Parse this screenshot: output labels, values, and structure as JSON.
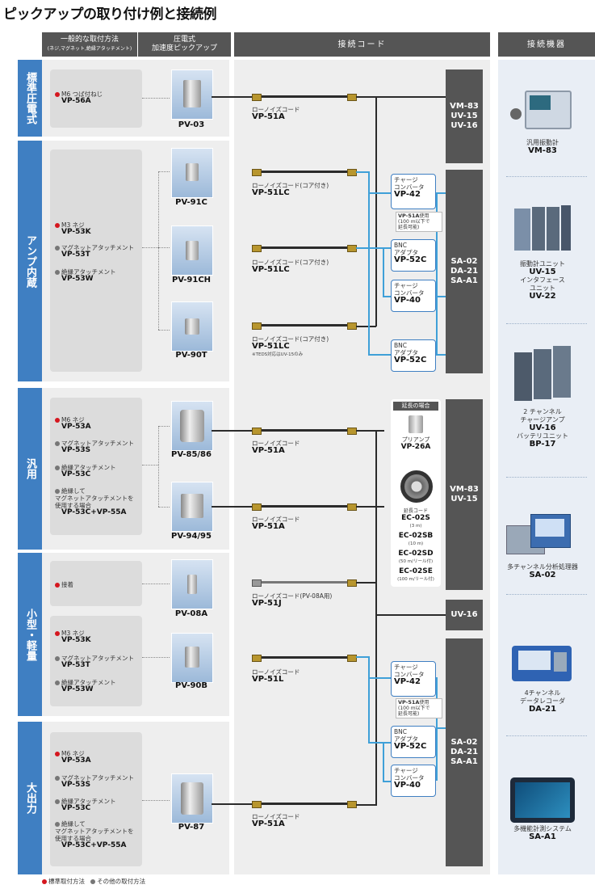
{
  "title": "ピックアップの取り付け例と接続例",
  "headers": {
    "method": "一般的な取付方法",
    "method_sub": "(ネジ,マグネット,絶縁アタッチメント)",
    "pickup": "圧電式\n加速度ピックアップ",
    "cord": "接続コード",
    "device": "接続機器"
  },
  "sections": [
    {
      "label": "標準圧電式"
    },
    {
      "label": "アンプ内蔵"
    },
    {
      "label": "汎用"
    },
    {
      "label": "小型・軽量"
    },
    {
      "label": "大出力"
    }
  ],
  "methods": {
    "s1": [
      {
        "text": "M6 つば付ねじ",
        "code": "VP-56A",
        "dot": "red"
      }
    ],
    "s2": [
      {
        "text": "M3 ネジ",
        "code": "VP-53K",
        "dot": "red"
      },
      {
        "text": "マグネットアタッチメント",
        "code": "VP-53T",
        "dot": "gray"
      },
      {
        "text": "絶縁アタッチメント",
        "code": "VP-53W",
        "dot": "gray"
      }
    ],
    "s3": [
      {
        "text": "M6 ネジ",
        "code": "VP-53A",
        "dot": "red"
      },
      {
        "text": "マグネットアタッチメント",
        "code": "VP-53S",
        "dot": "gray"
      },
      {
        "text": "絶縁アタッチメント",
        "code": "VP-53C",
        "dot": "gray"
      },
      {
        "text": "絶縁して\nマグネットアタッチメントを\n使用する場合",
        "code": "VP-53C+VP-55A",
        "dot": "gray"
      }
    ],
    "s4a": [
      {
        "text": "接着",
        "code": "",
        "dot": "red"
      }
    ],
    "s4b": [
      {
        "text": "M3 ネジ",
        "code": "VP-53K",
        "dot": "red"
      },
      {
        "text": "マグネットアタッチメント",
        "code": "VP-53T",
        "dot": "gray"
      },
      {
        "text": "絶縁アタッチメント",
        "code": "VP-53W",
        "dot": "gray"
      }
    ],
    "s5": [
      {
        "text": "M6 ネジ",
        "code": "VP-53A",
        "dot": "red"
      },
      {
        "text": "マグネットアタッチメント",
        "code": "VP-53S",
        "dot": "gray"
      },
      {
        "text": "絶縁アタッチメント",
        "code": "VP-53C",
        "dot": "gray"
      },
      {
        "text": "絶縁して\nマグネットアタッチメントを\n使用する場合",
        "code": "VP-53C+VP-55A",
        "dot": "gray"
      }
    ]
  },
  "pickups": [
    "PV-03",
    "PV-91C",
    "PV-91CH",
    "PV-90T",
    "PV-85/86",
    "PV-94/95",
    "PV-08A",
    "PV-90B",
    "PV-87"
  ],
  "cords": [
    {
      "name": "ローノイズコード",
      "code": "VP-51A"
    },
    {
      "name": "ローノイズコード(コア付き)",
      "code": "VP-51LC"
    },
    {
      "name": "ローノイズコード(コア付き)",
      "code": "VP-51LC"
    },
    {
      "name": "ローノイズコード(コア付き)",
      "code": "VP-51LC",
      "note": "※TEDS対応はUV-15のみ"
    },
    {
      "name": "ローノイズコード",
      "code": "VP-51A"
    },
    {
      "name": "ローノイズコード",
      "code": "VP-51A"
    },
    {
      "name": "ローノイズコード(PV-08A用)",
      "code": "VP-51J"
    },
    {
      "name": "ローノイズコード",
      "code": "VP-51L"
    },
    {
      "name": "ローノイズコード",
      "code": "VP-51A"
    }
  ],
  "converters": {
    "charge1": {
      "name": "チャージ\nコンバータ",
      "code": "VP-42"
    },
    "bnc1": {
      "name": "BNC\nアダプタ",
      "code": "VP-52C"
    },
    "charge2": {
      "name": "チャージ\nコンバータ",
      "code": "VP-40"
    },
    "bnc2": {
      "name": "BNC\nアダプタ",
      "code": "VP-52C"
    },
    "charge3": {
      "name": "チャージ\nコンバータ",
      "code": "VP-42"
    },
    "bnc3": {
      "name": "BNC\nアダプタ",
      "code": "VP-52C"
    },
    "charge4": {
      "name": "チャージ\nコンバータ",
      "code": "VP-40"
    }
  },
  "notes": {
    "n1": {
      "code": "VP-51A",
      "text": "使用\n(100 m以下で\n延長可能)"
    },
    "n2": {
      "code": "VP-51A",
      "text": "使用\n(100 m以下で\n延長可能)"
    }
  },
  "extension": {
    "title": "延長の場合",
    "preamp": "プリアンプ",
    "preamp_code": "VP-26A",
    "cord_label": "延長コード",
    "items": [
      {
        "code": "EC-02S",
        "len": "(3 m)"
      },
      {
        "code": "EC-02SB",
        "len": "(10 m)"
      },
      {
        "code": "EC-02SD",
        "len": "(50 m/リール付)"
      },
      {
        "code": "EC-02SE",
        "len": "(100 m/リール付)"
      }
    ]
  },
  "blocks": [
    {
      "lines": [
        "VM-83",
        "UV-15",
        "UV-16"
      ]
    },
    {
      "lines": [
        "SA-02",
        "DA-21",
        "SA-A1"
      ]
    },
    {
      "lines": [
        "VM-83",
        "UV-15"
      ]
    },
    {
      "lines": [
        "UV-16"
      ]
    },
    {
      "lines": [
        "SA-02",
        "DA-21",
        "SA-A1"
      ]
    }
  ],
  "devices": [
    {
      "desc": "汎用振動計",
      "codes": [
        "VM-83"
      ]
    },
    {
      "desc": "振動計ユニット",
      "codes": [
        "UV-15"
      ],
      "desc2": "インタフェース\nユニット",
      "codes2": [
        "UV-22"
      ]
    },
    {
      "desc": "2 チャンネル\nチャージアンプ",
      "codes": [
        "UV-16"
      ],
      "desc2": "バッテリユニット",
      "codes2": [
        "BP-17"
      ]
    },
    {
      "desc": "多チャンネル分析処理器",
      "codes": [
        "SA-02"
      ]
    },
    {
      "desc": "4チャンネル\nデータレコーダ",
      "codes": [
        "DA-21"
      ]
    },
    {
      "desc": "多機能計測システム",
      "codes": [
        "SA-A1"
      ]
    }
  ],
  "legend": {
    "red": "標準取付方法",
    "gray": "その他の取付方法"
  },
  "colors": {
    "section_blue": "#3f7fc2",
    "header_gray": "#555555",
    "standard_red": "#d5171f",
    "line_blue": "#3fa0d8"
  }
}
